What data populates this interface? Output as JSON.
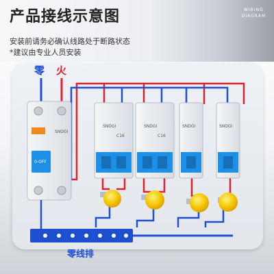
{
  "header": {
    "title": "产品接线示意图",
    "badge_line1": "WIRING",
    "badge_line2": "DIAGRAM",
    "note1": "安装前请务必确认线路处于断路状态",
    "note2": "*建议由专业人员安装"
  },
  "labels": {
    "neutral": "零",
    "live": "火",
    "neutral_bar": "零线排"
  },
  "devices": {
    "rcd_brand": "SNDGI",
    "rcd_button": "0-OFF",
    "mcb_brand": "SNDGI",
    "mcb_rating": "C16"
  },
  "colors": {
    "neutral_wire": "#1f4fd1",
    "live_wire": "#e0212b",
    "breaker_blue": "#1e8fe6",
    "bulb": "#f5c400"
  }
}
